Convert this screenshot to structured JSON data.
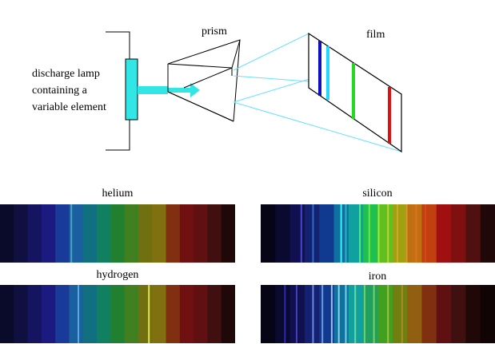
{
  "labels": {
    "lamp": [
      "discharge lamp",
      "containing a",
      "variable element"
    ],
    "prism": "prism",
    "film": "film"
  },
  "colors": {
    "lamp": "#33e6e6",
    "beam": "#33e6e6",
    "rays": "#66e0ff",
    "film_lines": [
      "#1010c0",
      "#22d8ff",
      "#22d822",
      "#e01010"
    ]
  },
  "spectra": [
    {
      "name": "helium",
      "bands": [
        "#0a0a2a",
        "#101040",
        "#141460",
        "#1a1a80",
        "#1a3a9a",
        "#1a60a0",
        "#107080",
        "#108060",
        "#208030",
        "#408020",
        "#707010",
        "#807010",
        "#803010",
        "#701010",
        "#601010",
        "#401010",
        "#200808"
      ],
      "lines": [
        {
          "pos": 0.3,
          "color": "#66d0e0",
          "opacity": 0.6
        }
      ]
    },
    {
      "name": "silicon",
      "bands": [
        "#050515",
        "#0a0a30",
        "#101050",
        "#142070",
        "#103a90",
        "#1070a0",
        "#10a0a0",
        "#20c050",
        "#60c020",
        "#a0a010",
        "#c07010",
        "#c04010",
        "#a01010",
        "#801010",
        "#501010",
        "#200808"
      ],
      "lines": [
        {
          "pos": 0.17,
          "color": "#6060ff",
          "opacity": 0.7
        },
        {
          "pos": 0.22,
          "color": "#40a0ff",
          "opacity": 0.6
        },
        {
          "pos": 0.34,
          "color": "#40ffff",
          "opacity": 0.9
        },
        {
          "pos": 0.36,
          "color": "#40e0e0",
          "opacity": 0.6
        },
        {
          "pos": 0.42,
          "color": "#60ff60",
          "opacity": 0.8
        },
        {
          "pos": 0.46,
          "color": "#a0ff40",
          "opacity": 0.6
        },
        {
          "pos": 0.5,
          "color": "#e0ff40",
          "opacity": 0.6
        },
        {
          "pos": 0.54,
          "color": "#ffe040",
          "opacity": 0.6
        },
        {
          "pos": 0.58,
          "color": "#ffb040",
          "opacity": 0.5
        },
        {
          "pos": 0.62,
          "color": "#ff9040",
          "opacity": 0.6
        },
        {
          "pos": 0.66,
          "color": "#ff7030",
          "opacity": 0.5
        },
        {
          "pos": 0.7,
          "color": "#ff5030",
          "opacity": 0.4
        }
      ]
    },
    {
      "name": "hydrogen",
      "bands": [
        "#0a0a2a",
        "#101040",
        "#141460",
        "#1a1a80",
        "#1a3a9a",
        "#1a60a0",
        "#107080",
        "#108060",
        "#208030",
        "#408020",
        "#707010",
        "#807010",
        "#803010",
        "#701010",
        "#601010",
        "#401010",
        "#200808"
      ],
      "lines": [
        {
          "pos": 0.33,
          "color": "#80e0ff",
          "opacity": 0.6
        },
        {
          "pos": 0.63,
          "color": "#ffff60",
          "opacity": 0.8
        }
      ]
    },
    {
      "name": "iron",
      "bands": [
        "#050515",
        "#0a0a30",
        "#101050",
        "#142070",
        "#103a90",
        "#1070a0",
        "#10a0a0",
        "#20a060",
        "#40a020",
        "#708010",
        "#906010",
        "#803010",
        "#601010",
        "#401010",
        "#200808",
        "#100404"
      ],
      "lines": [
        {
          "pos": 0.1,
          "color": "#4040ff",
          "opacity": 0.6
        },
        {
          "pos": 0.15,
          "color": "#6060ff",
          "opacity": 0.6
        },
        {
          "pos": 0.22,
          "color": "#80a0ff",
          "opacity": 0.8
        },
        {
          "pos": 0.26,
          "color": "#a0c0ff",
          "opacity": 0.7
        },
        {
          "pos": 0.3,
          "color": "#c0e0ff",
          "opacity": 0.8
        },
        {
          "pos": 0.33,
          "color": "#c0ffff",
          "opacity": 0.7
        },
        {
          "pos": 0.36,
          "color": "#a0ffff",
          "opacity": 0.7
        },
        {
          "pos": 0.4,
          "color": "#a0ffa0",
          "opacity": 0.6
        },
        {
          "pos": 0.44,
          "color": "#c0ff80",
          "opacity": 0.5
        },
        {
          "pos": 0.48,
          "color": "#e0ff60",
          "opacity": 0.5
        },
        {
          "pos": 0.54,
          "color": "#ffe060",
          "opacity": 0.5
        },
        {
          "pos": 0.6,
          "color": "#ffa040",
          "opacity": 0.4
        }
      ]
    }
  ]
}
